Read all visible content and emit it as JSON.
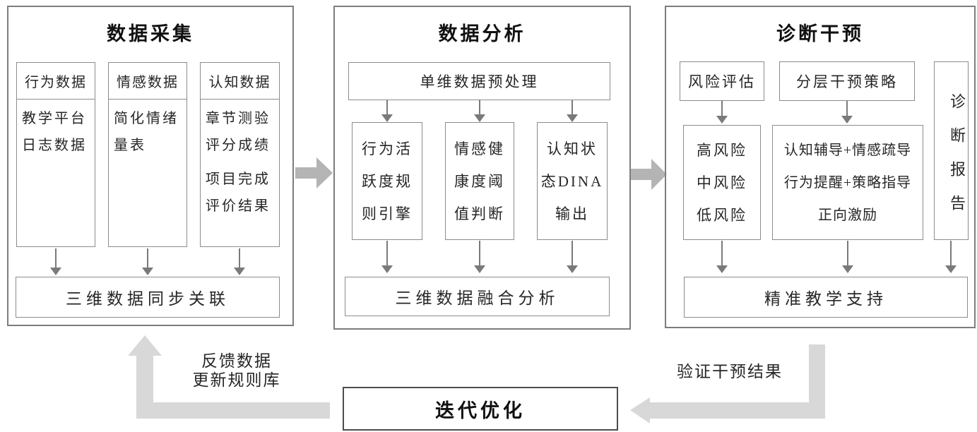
{
  "colors": {
    "panel_border": "#7d7d7d",
    "box_border": "#8c8c8c",
    "text": "#262626",
    "small_arrow": "#7a7a7a",
    "block_arrow": "#b4b4b4",
    "feedback_arrow": "#d8d8d8"
  },
  "collection": {
    "title": "数据采集",
    "columns": [
      {
        "header": "行为数据",
        "lines": [
          "教学平台",
          "日志数据"
        ]
      },
      {
        "header": "情感数据",
        "lines": [
          "简化情绪",
          "量表"
        ]
      },
      {
        "header": "认知数据",
        "lines": [
          "章节测验",
          "评分成绩",
          "项目完成",
          "评价结果"
        ]
      }
    ],
    "bottom": "三维数据同步关联"
  },
  "analysis": {
    "title": "数据分析",
    "preprocess": "单维数据预处理",
    "engines": [
      {
        "lines": [
          "行为活",
          "跃度规",
          "则引擎"
        ]
      },
      {
        "lines": [
          "情感健",
          "康度阈",
          "值判断"
        ]
      },
      {
        "lines": [
          "认知状",
          "态DINA",
          "输出"
        ]
      }
    ],
    "bottom": "三维数据融合分析"
  },
  "intervention": {
    "title": "诊断干预",
    "risk_assessment": "风险评估",
    "strategy_header": "分层干预策略",
    "risk_levels": [
      "高风险",
      "中风险",
      "低风险"
    ],
    "strategies": [
      "认知辅导+情感疏导",
      "行为提醒+策略指导",
      "正向激励"
    ],
    "report": "诊断报告",
    "bottom": "精准教学支持"
  },
  "iteration": {
    "title": "迭代优化",
    "feedback_lines": [
      "反馈数据",
      "更新规则库"
    ],
    "verify_label": "验证干预结果"
  }
}
